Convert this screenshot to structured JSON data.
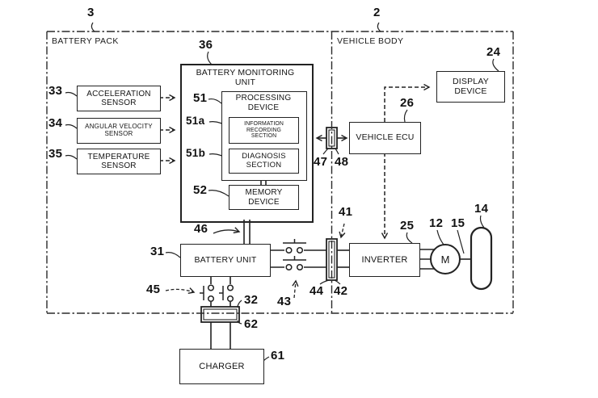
{
  "figure": {
    "regions": {
      "battery_pack": {
        "label": "BATTERY PACK",
        "ref": "3"
      },
      "vehicle_body": {
        "label": "VEHICLE BODY",
        "ref": "2"
      }
    },
    "blocks": {
      "acceleration_sensor": {
        "label": "ACCELERATION\nSENSOR",
        "ref": "33"
      },
      "angular_velocity_sensor": {
        "label": "ANGULAR VELOCITY\nSENSOR",
        "ref": "34"
      },
      "temperature_sensor": {
        "label": "TEMPERATURE\nSENSOR",
        "ref": "35"
      },
      "battery_monitoring_unit": {
        "label": "BATTERY MONITORING\nUNIT",
        "ref": "36"
      },
      "processing_device": {
        "label": "PROCESSING\nDEVICE",
        "ref": "51"
      },
      "information_recording_section": {
        "label": "INFORMATION\nRECORDING\nSECTION",
        "ref": "51a"
      },
      "diagnosis_section": {
        "label": "DIAGNOSIS\nSECTION",
        "ref": "51b"
      },
      "memory_device": {
        "label": "MEMORY\nDEVICE",
        "ref": "52"
      },
      "battery_unit": {
        "label": "BATTERY UNIT",
        "ref": "31"
      },
      "vehicle_ecu": {
        "label": "VEHICLE ECU",
        "ref": "26"
      },
      "display_device": {
        "label": "DISPLAY\nDEVICE",
        "ref": "24"
      },
      "inverter": {
        "label": "INVERTER",
        "ref": "25"
      },
      "motor": {
        "label": "M",
        "ref": "12"
      },
      "charger": {
        "label": "CHARGER",
        "ref": "61"
      }
    },
    "part_refs": {
      "r41": "41",
      "r42": "42",
      "r43": "43",
      "r44": "44",
      "r45": "45",
      "r46": "46",
      "r47": "47",
      "r48": "48",
      "r14": "14",
      "r15": "15",
      "r32": "32",
      "r62": "62"
    },
    "colors": {
      "line": "#222222",
      "background": "#ffffff"
    }
  }
}
